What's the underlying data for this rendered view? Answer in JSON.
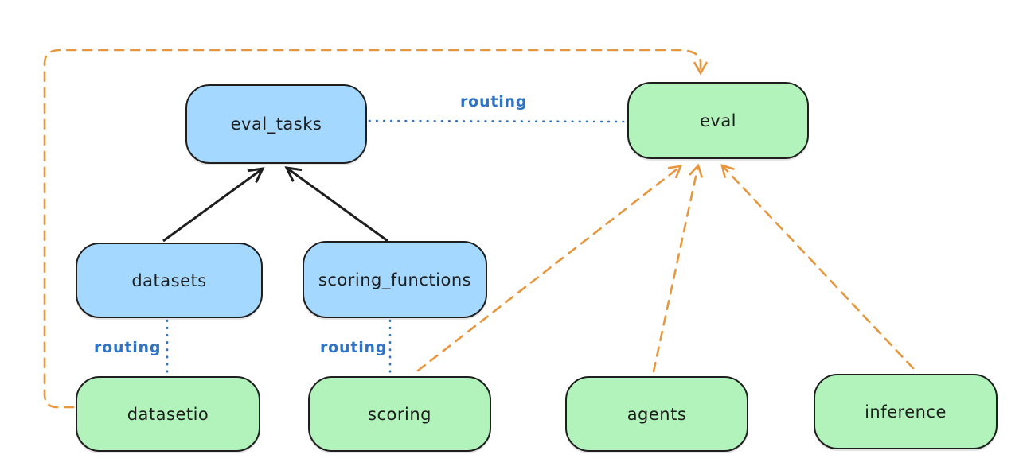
{
  "diagram": {
    "nodes": {
      "eval_tasks": {
        "label": "eval_tasks",
        "kind": "api"
      },
      "eval": {
        "label": "eval",
        "kind": "provider"
      },
      "datasets": {
        "label": "datasets",
        "kind": "api"
      },
      "scoring_functions": {
        "label": "scoring_functions",
        "kind": "api"
      },
      "datasetio": {
        "label": "datasetio",
        "kind": "provider"
      },
      "scoring": {
        "label": "scoring",
        "kind": "provider"
      },
      "agents": {
        "label": "agents",
        "kind": "provider"
      },
      "inference": {
        "label": "inference",
        "kind": "provider"
      }
    },
    "edge_labels": {
      "eval_tasks_to_eval": "routing",
      "datasets_to_datasetio": "routing",
      "scoring_functions_to_scoring": "routing"
    },
    "colors": {
      "api_box_fill": "#a5d8ff",
      "provider_box_fill": "#b2f2bb",
      "box_stroke": "#1e1e1e",
      "black_arrow": "#1e1e1e",
      "routing_line": "#2f73c5",
      "dependency_arrow": "#e8963c",
      "background": "#ffffff"
    }
  }
}
